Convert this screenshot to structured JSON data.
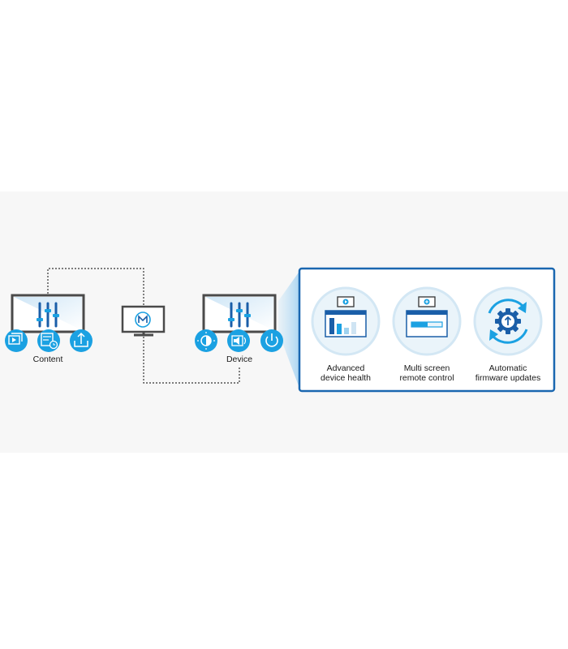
{
  "monitors": {
    "content": {
      "label": "Content"
    },
    "device": {
      "label": "Device"
    },
    "server_logo_icon": "m-logo-icon"
  },
  "features": [
    {
      "line1": "Advanced",
      "line2": "device health",
      "icon": "device-health-icon"
    },
    {
      "line1": "Multi screen",
      "line2": "remote control",
      "icon": "remote-control-icon"
    },
    {
      "line1": "Automatic",
      "line2": "firmware updates",
      "icon": "firmware-update-icon"
    }
  ],
  "colors": {
    "accent": "#1ba1e2",
    "accent_dark": "#1a5ea8",
    "frame": "#4a4a4a",
    "panel_border": "#1a67b0",
    "circle_bg": "#eaf4fa",
    "circle_ring": "#cfe4f3"
  }
}
